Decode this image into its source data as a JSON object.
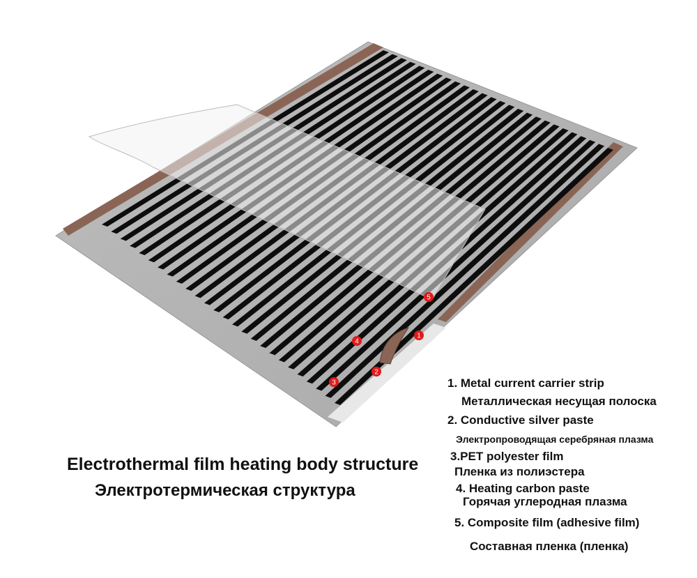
{
  "title": {
    "en": "Electrothermal film heating body structure",
    "ru": "Электротермическая структура"
  },
  "markers": [
    "1",
    "2",
    "3",
    "4",
    "5"
  ],
  "legend": [
    {
      "en": "1. Metal current carrier strip",
      "ru": "Металлическая несущая полоска"
    },
    {
      "en": "2. Conductive silver paste",
      "ru": "Электропроводящая серебряная плазма"
    },
    {
      "en": "3.PET polyester film",
      "ru": "Пленка из полиэстера"
    },
    {
      "en": "4. Heating carbon paste",
      "ru": "Горячая углеродная плазма"
    },
    {
      "en": "5. Composite film (adhesive film)",
      "ru": "Составная пленка (пленка)"
    }
  ],
  "colors": {
    "film_gray": "#b3b3b3",
    "silver": "#e2e2e2",
    "carbon": "#0d0d0d",
    "copper": "#8a6556",
    "marker": "#e01b1b"
  }
}
